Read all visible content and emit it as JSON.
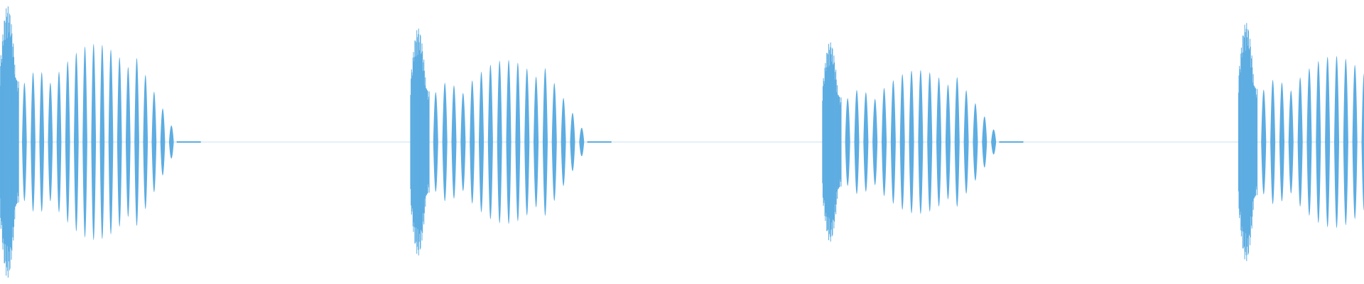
{
  "waveform": {
    "color": "#5dade2",
    "background": "#ffffff",
    "bursts": [
      {
        "start": 0.0,
        "peak": 0.98,
        "cycles": 19
      },
      {
        "start": 0.301,
        "peak": 0.82,
        "cycles": 18
      },
      {
        "start": 0.603,
        "peak": 0.72,
        "cycles": 18
      },
      {
        "start": 0.908,
        "peak": 0.86,
        "cycles": 18
      }
    ],
    "burst_duration": 0.14
  }
}
